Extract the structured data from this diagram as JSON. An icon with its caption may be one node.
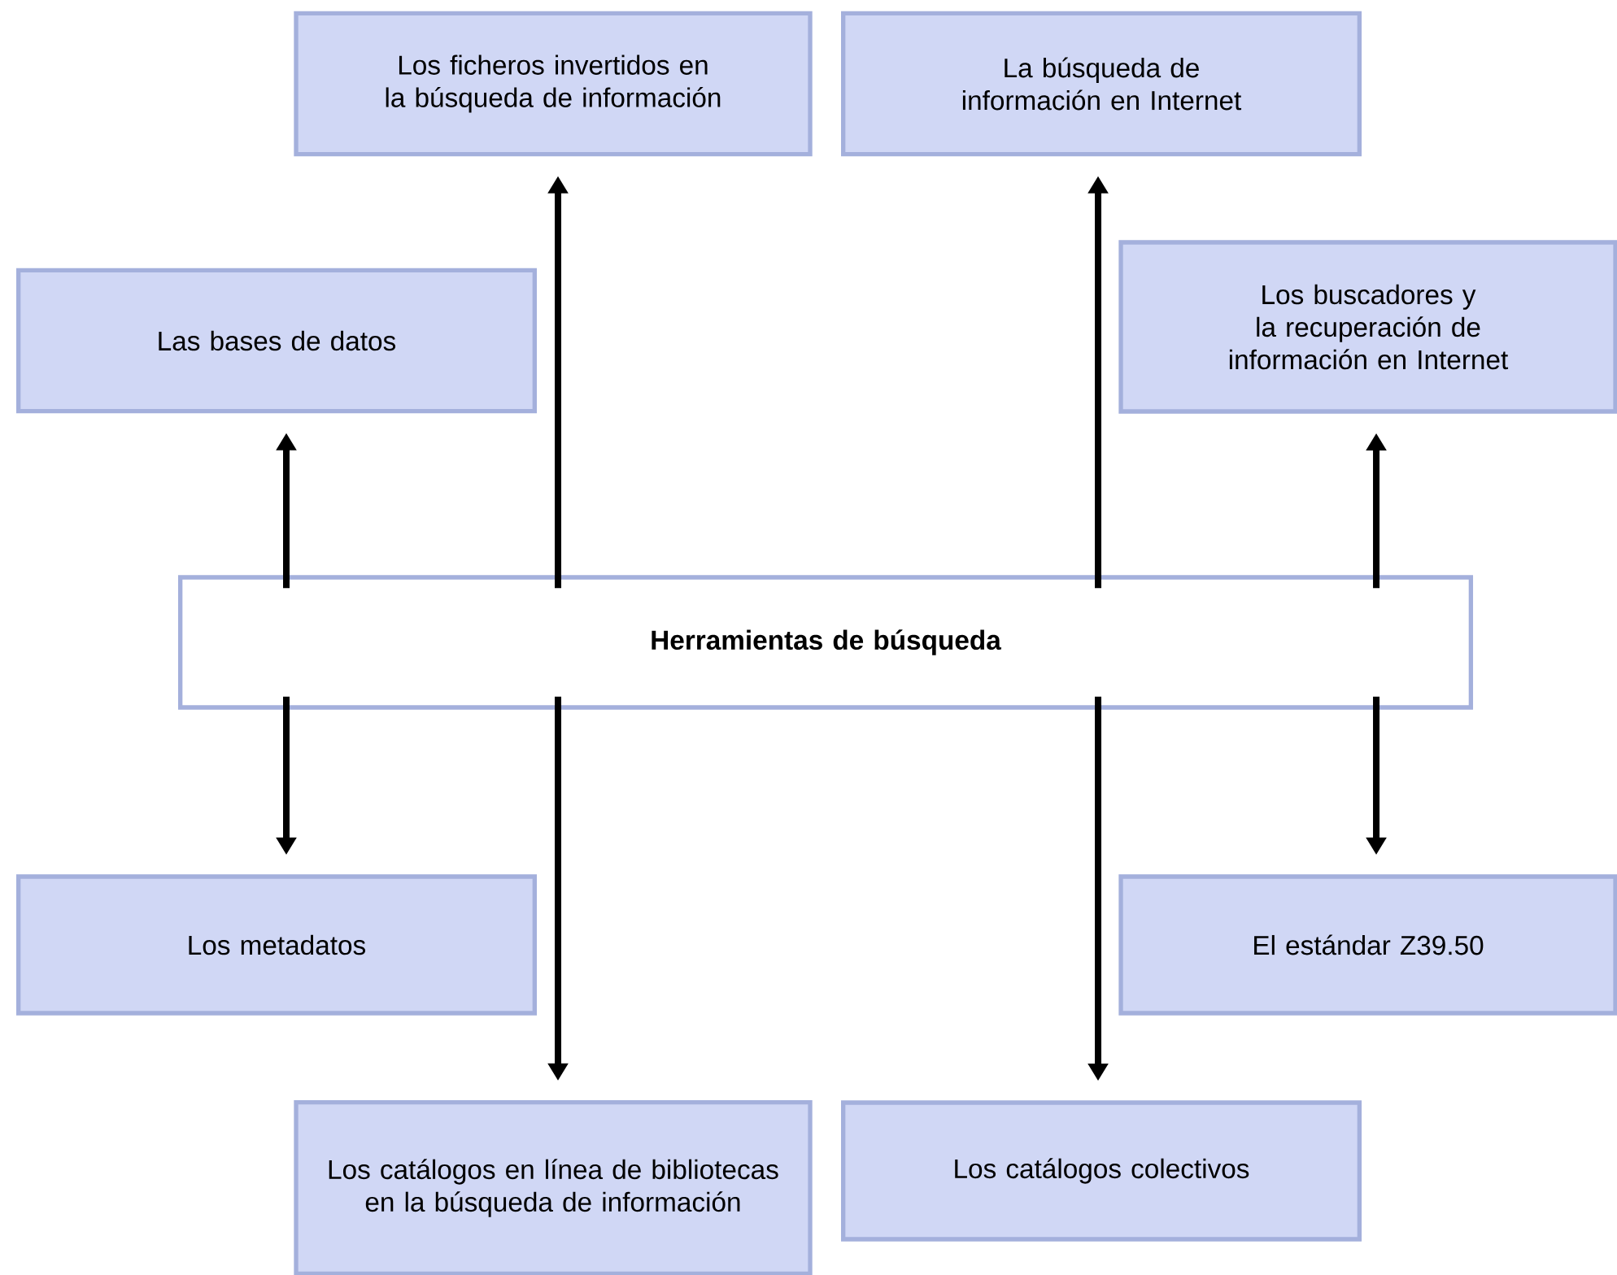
{
  "diagram": {
    "nodes": [
      {
        "text": [
          "Los ficheros invertidos en la búsqueda de información"
        ]
      },
      {
        "text": [
          "La búsqueda de información en Internet"
        ]
      },
      {
        "text": [
          "Las bases de datos"
        ]
      },
      {
        "text": [
          "Los buscadores y la recuperación de información en Internet"
        ]
      },
      {
        "text": [
          "Herramientas de búsqueda"
        ]
      },
      {
        "text": [
          "Los metadatos"
        ]
      },
      {
        "text": [
          "El estándar Z39.50"
        ]
      },
      {
        "text": [
          "Los catálogos en línea de bibliotecas en la búsqueda de información"
        ]
      },
      {
        "text": [
          "Los catálogos colectivos"
        ]
      }
    ],
    "edges": [
      {
        "from": 4,
        "to": 2,
        "arrow": "to"
      },
      {
        "from": 4,
        "to": 0,
        "arrow": "to"
      },
      {
        "from": 4,
        "to": 1,
        "arrow": "to"
      },
      {
        "from": 4,
        "to": 3,
        "arrow": "to"
      },
      {
        "from": 4,
        "to": 5,
        "arrow": "to"
      },
      {
        "from": 4,
        "to": 7,
        "arrow": "to"
      },
      {
        "from": 4,
        "to": 8,
        "arrow": "to"
      },
      {
        "from": 4,
        "to": 6,
        "arrow": "to"
      }
    ]
  }
}
